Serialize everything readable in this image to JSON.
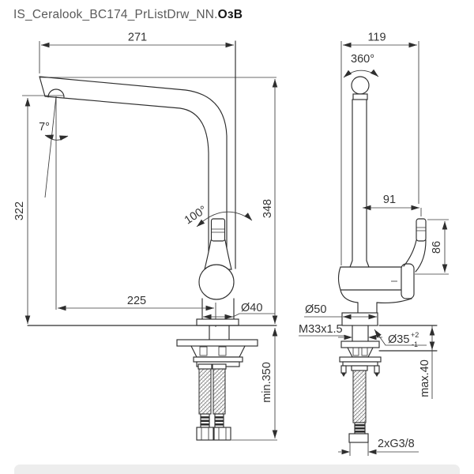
{
  "title": {
    "prefix": "IS_Ceralook_BC174_PrListDrw_NN.",
    "code": "ОзВ"
  },
  "colors": {
    "line": "#2e2e2e",
    "dimension_text": "#333333",
    "title_gray": "#5a5a5a",
    "title_dark": "#161616",
    "footer_bar": "#ededed",
    "background": "#ffffff"
  },
  "side_view": {
    "reach": "271",
    "height_to_spout": "322",
    "spout_tilt": "7°",
    "handle_swing": "100°",
    "spout_to_axis": "225",
    "base_diameter": "Ø40",
    "height_total": "348",
    "hose_min": "min.350"
  },
  "front_view": {
    "depth": "119",
    "spout_swivel": "360°",
    "handle_offset": "91",
    "handle_height": "86",
    "body_diameter": "Ø50",
    "shank_thread": "M33x1.5",
    "hole_diameter": "Ø35",
    "hole_tol_plus": "+2",
    "hole_tol_minus": "-1",
    "deck_thickness_max": "max.40",
    "hose_thread": "2xG3/8"
  }
}
